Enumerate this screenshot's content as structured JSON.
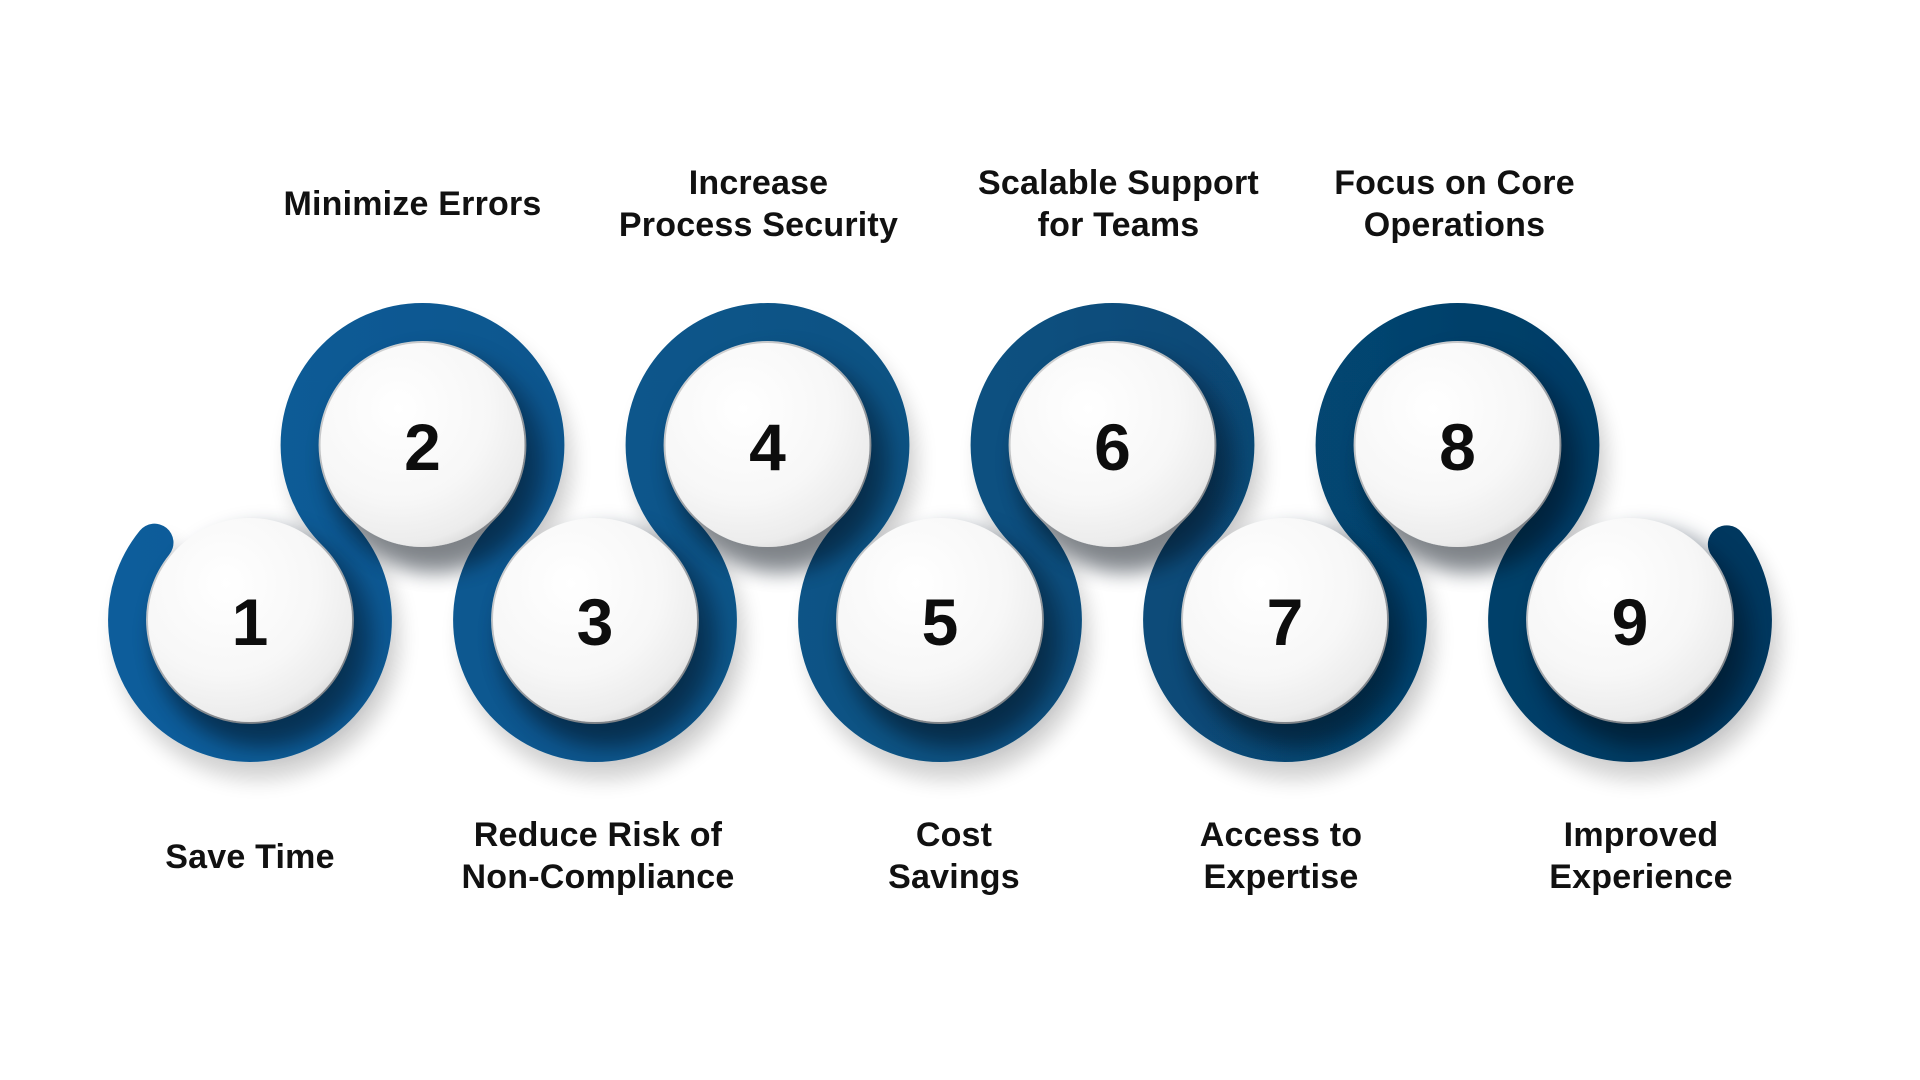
{
  "title": "Benefits Process Flow",
  "colors": {
    "ring_start": "#0a5d9b",
    "ring_end": "#04375e",
    "disc_light": "#ffffff",
    "disc_shade": "#dcdcdc",
    "text": "#111111"
  },
  "steps": [
    {
      "number": "1",
      "label_lines": [
        "Save Time"
      ],
      "row": "bottom"
    },
    {
      "number": "2",
      "label_lines": [
        "Minimize Errors"
      ],
      "row": "top"
    },
    {
      "number": "3",
      "label_lines": [
        "Reduce Risk of",
        "Non-Compliance"
      ],
      "row": "bottom"
    },
    {
      "number": "4",
      "label_lines": [
        "Increase",
        "Process Security"
      ],
      "row": "top"
    },
    {
      "number": "5",
      "label_lines": [
        "Cost",
        "Savings"
      ],
      "row": "bottom"
    },
    {
      "number": "6",
      "label_lines": [
        "Scalable Support",
        "for Teams"
      ],
      "row": "top"
    },
    {
      "number": "7",
      "label_lines": [
        "Access to",
        "Expertise"
      ],
      "row": "bottom"
    },
    {
      "number": "8",
      "label_lines": [
        "Focus on Core",
        "Operations"
      ],
      "row": "top"
    },
    {
      "number": "9",
      "label_lines": [
        "Improved",
        "Experience"
      ],
      "row": "bottom"
    }
  ]
}
